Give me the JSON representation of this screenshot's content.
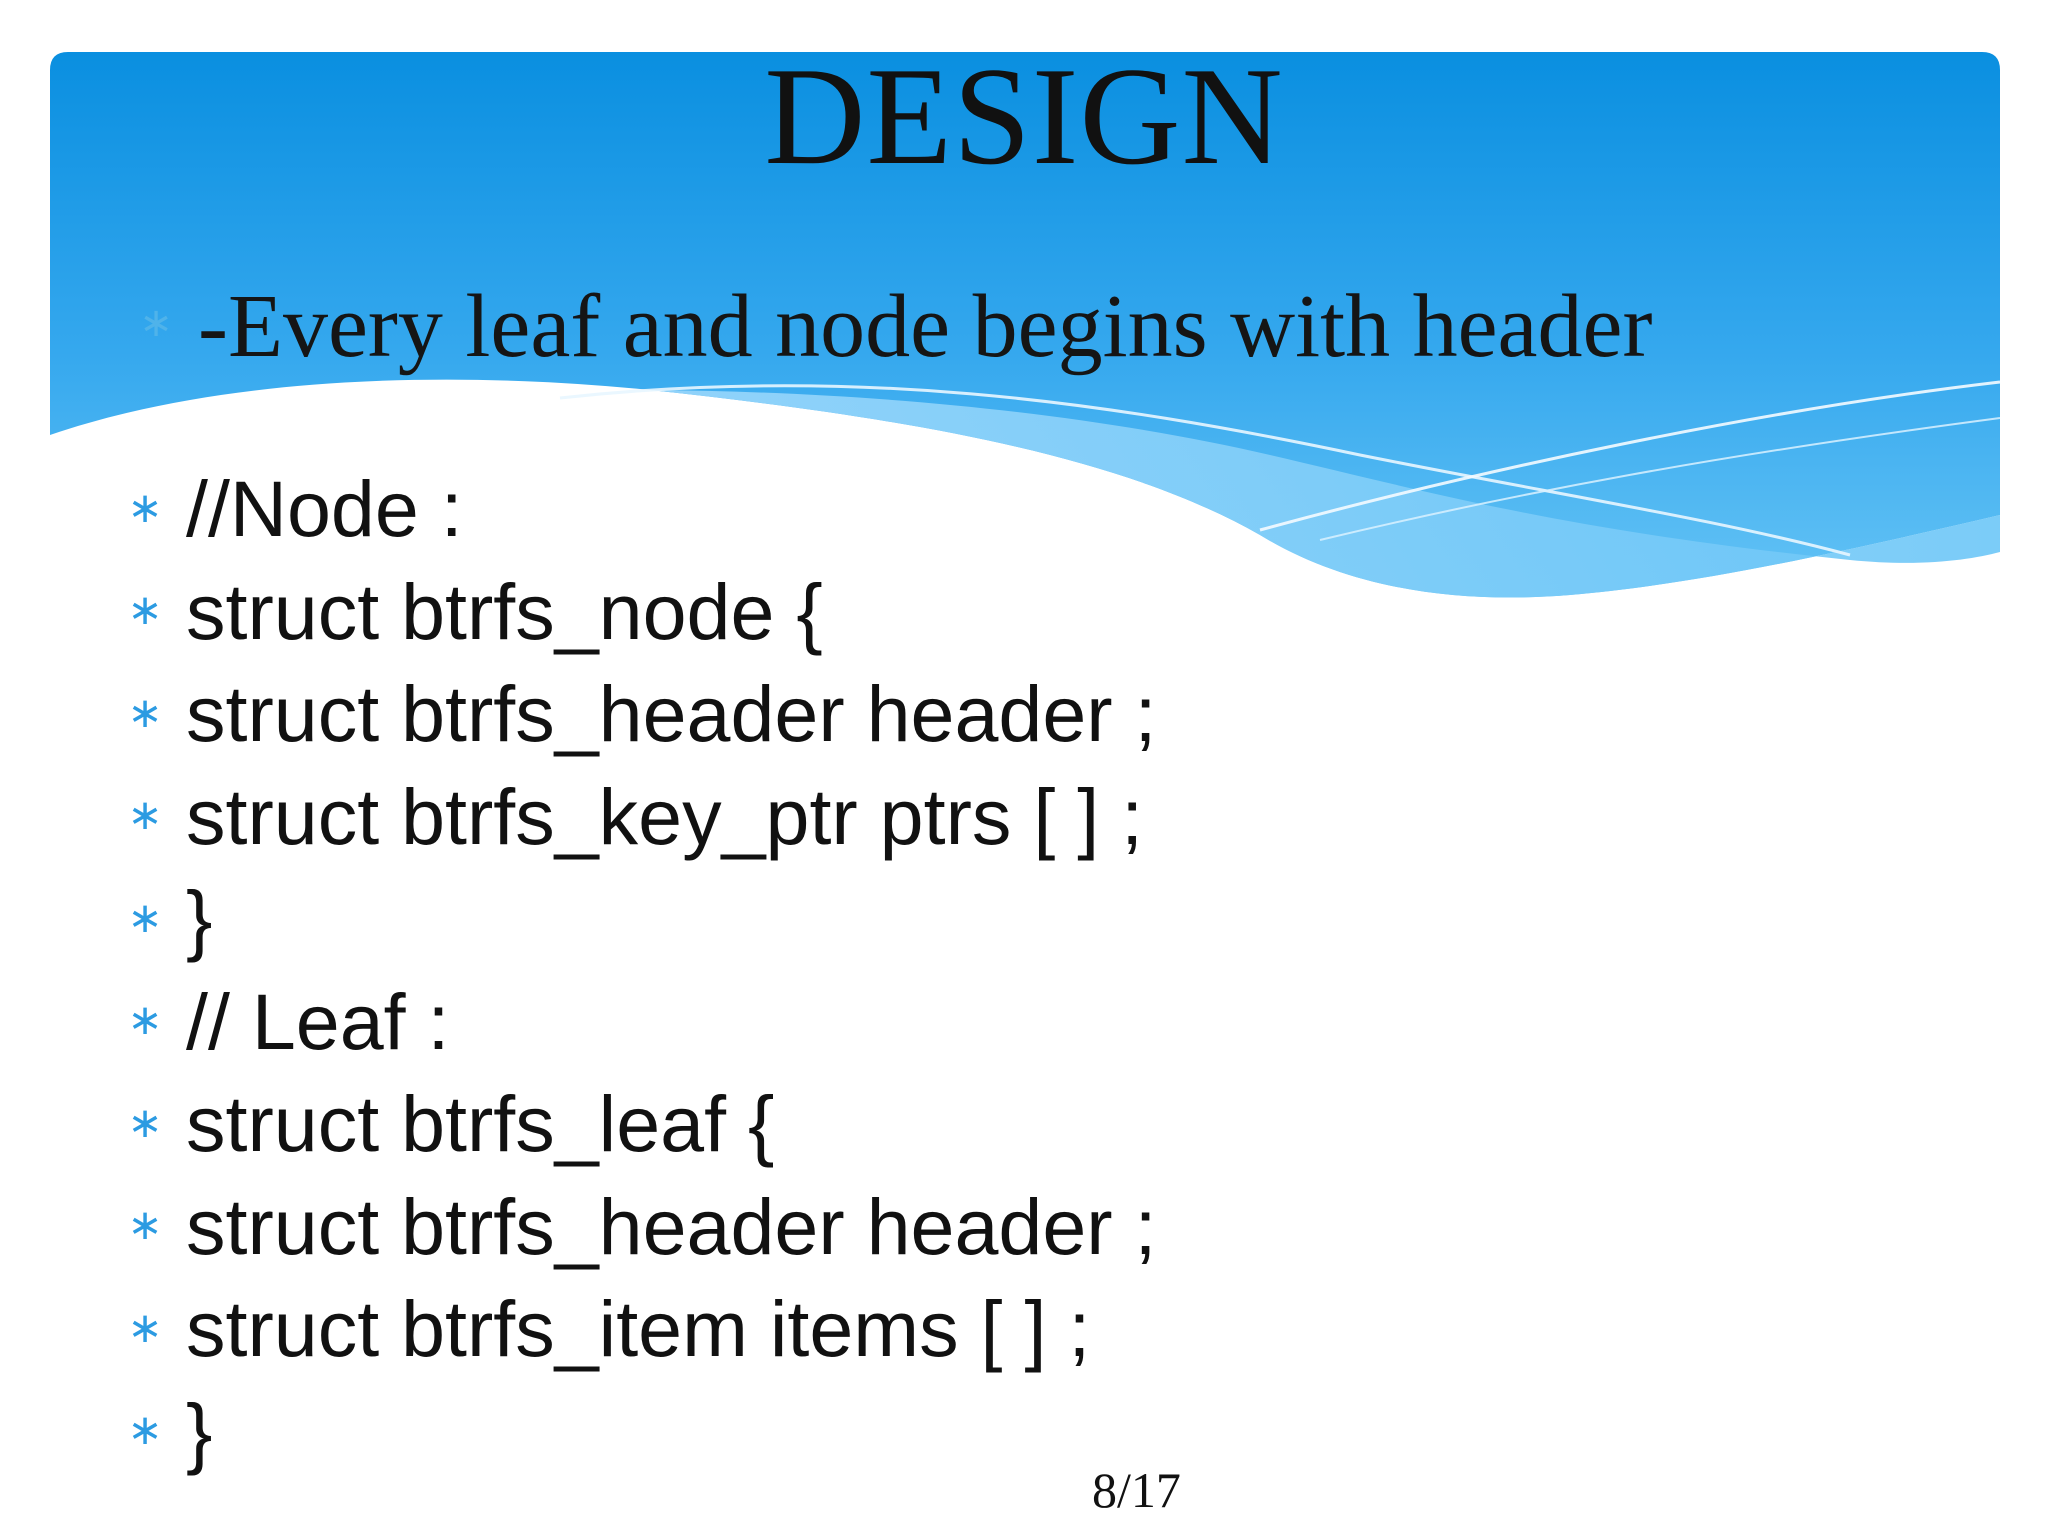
{
  "slide": {
    "title": "DESIGN",
    "subtitle": "-Every leaf and node begins with header",
    "bullet_symbol": "∗",
    "lines": [
      "//Node :",
      "struct btrfs_node {",
      "struct btrfs_header header ;",
      "struct btrfs_key_ptr ptrs [ ] ;",
      "}",
      "// Leaf :",
      "struct btrfs_leaf {",
      "struct btrfs_header header ;",
      "struct btrfs_item items [ ] ;",
      "}"
    ],
    "page_number": "8/17"
  },
  "colors": {
    "header_blue_top": "#0a8fe0",
    "header_blue_bottom": "#58bdf2",
    "bullet_blue": "#2c9be2",
    "text": "#111111"
  }
}
